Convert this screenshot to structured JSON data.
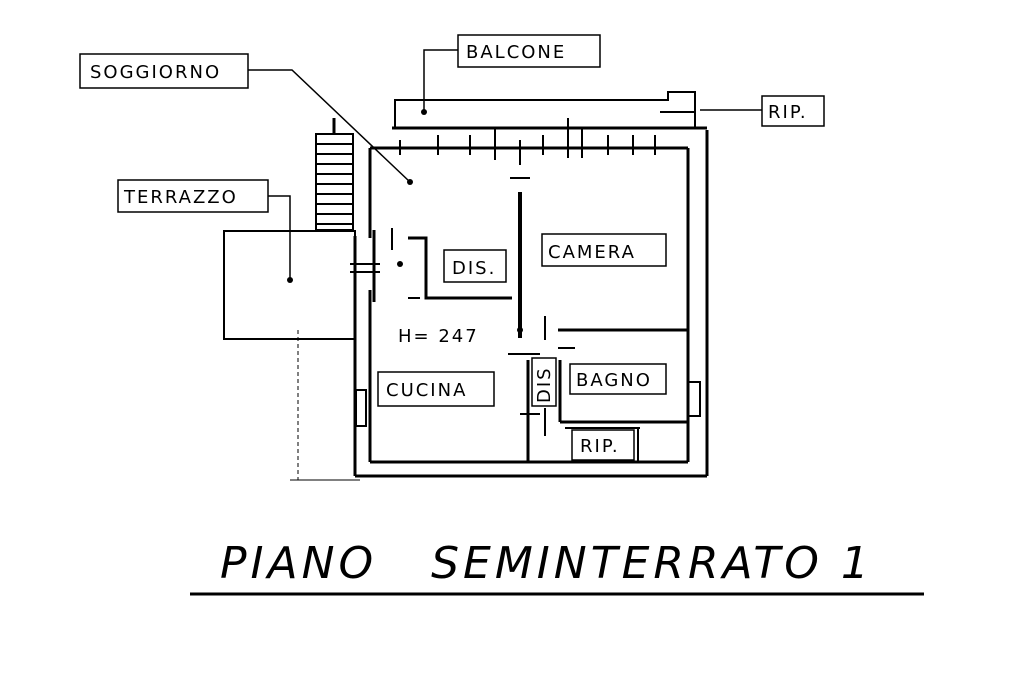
{
  "plan": {
    "title": "PIANO   SEMINTERRATO 1",
    "height_label": "H= 247",
    "rooms": {
      "soggiorno": "SOGGIORNO",
      "balcone": "BALCONE",
      "rip_top": "RIP.",
      "terrazzo": "TERRAZZO",
      "dis_left": "DIS.",
      "camera": "CAMERA",
      "cucina": "CUCINA",
      "dis_vertical": "DIS",
      "bagno": "BAGNO",
      "rip_bottom": "RIP."
    }
  },
  "colors": {
    "ink": "#000000",
    "paper": "#ffffff"
  }
}
